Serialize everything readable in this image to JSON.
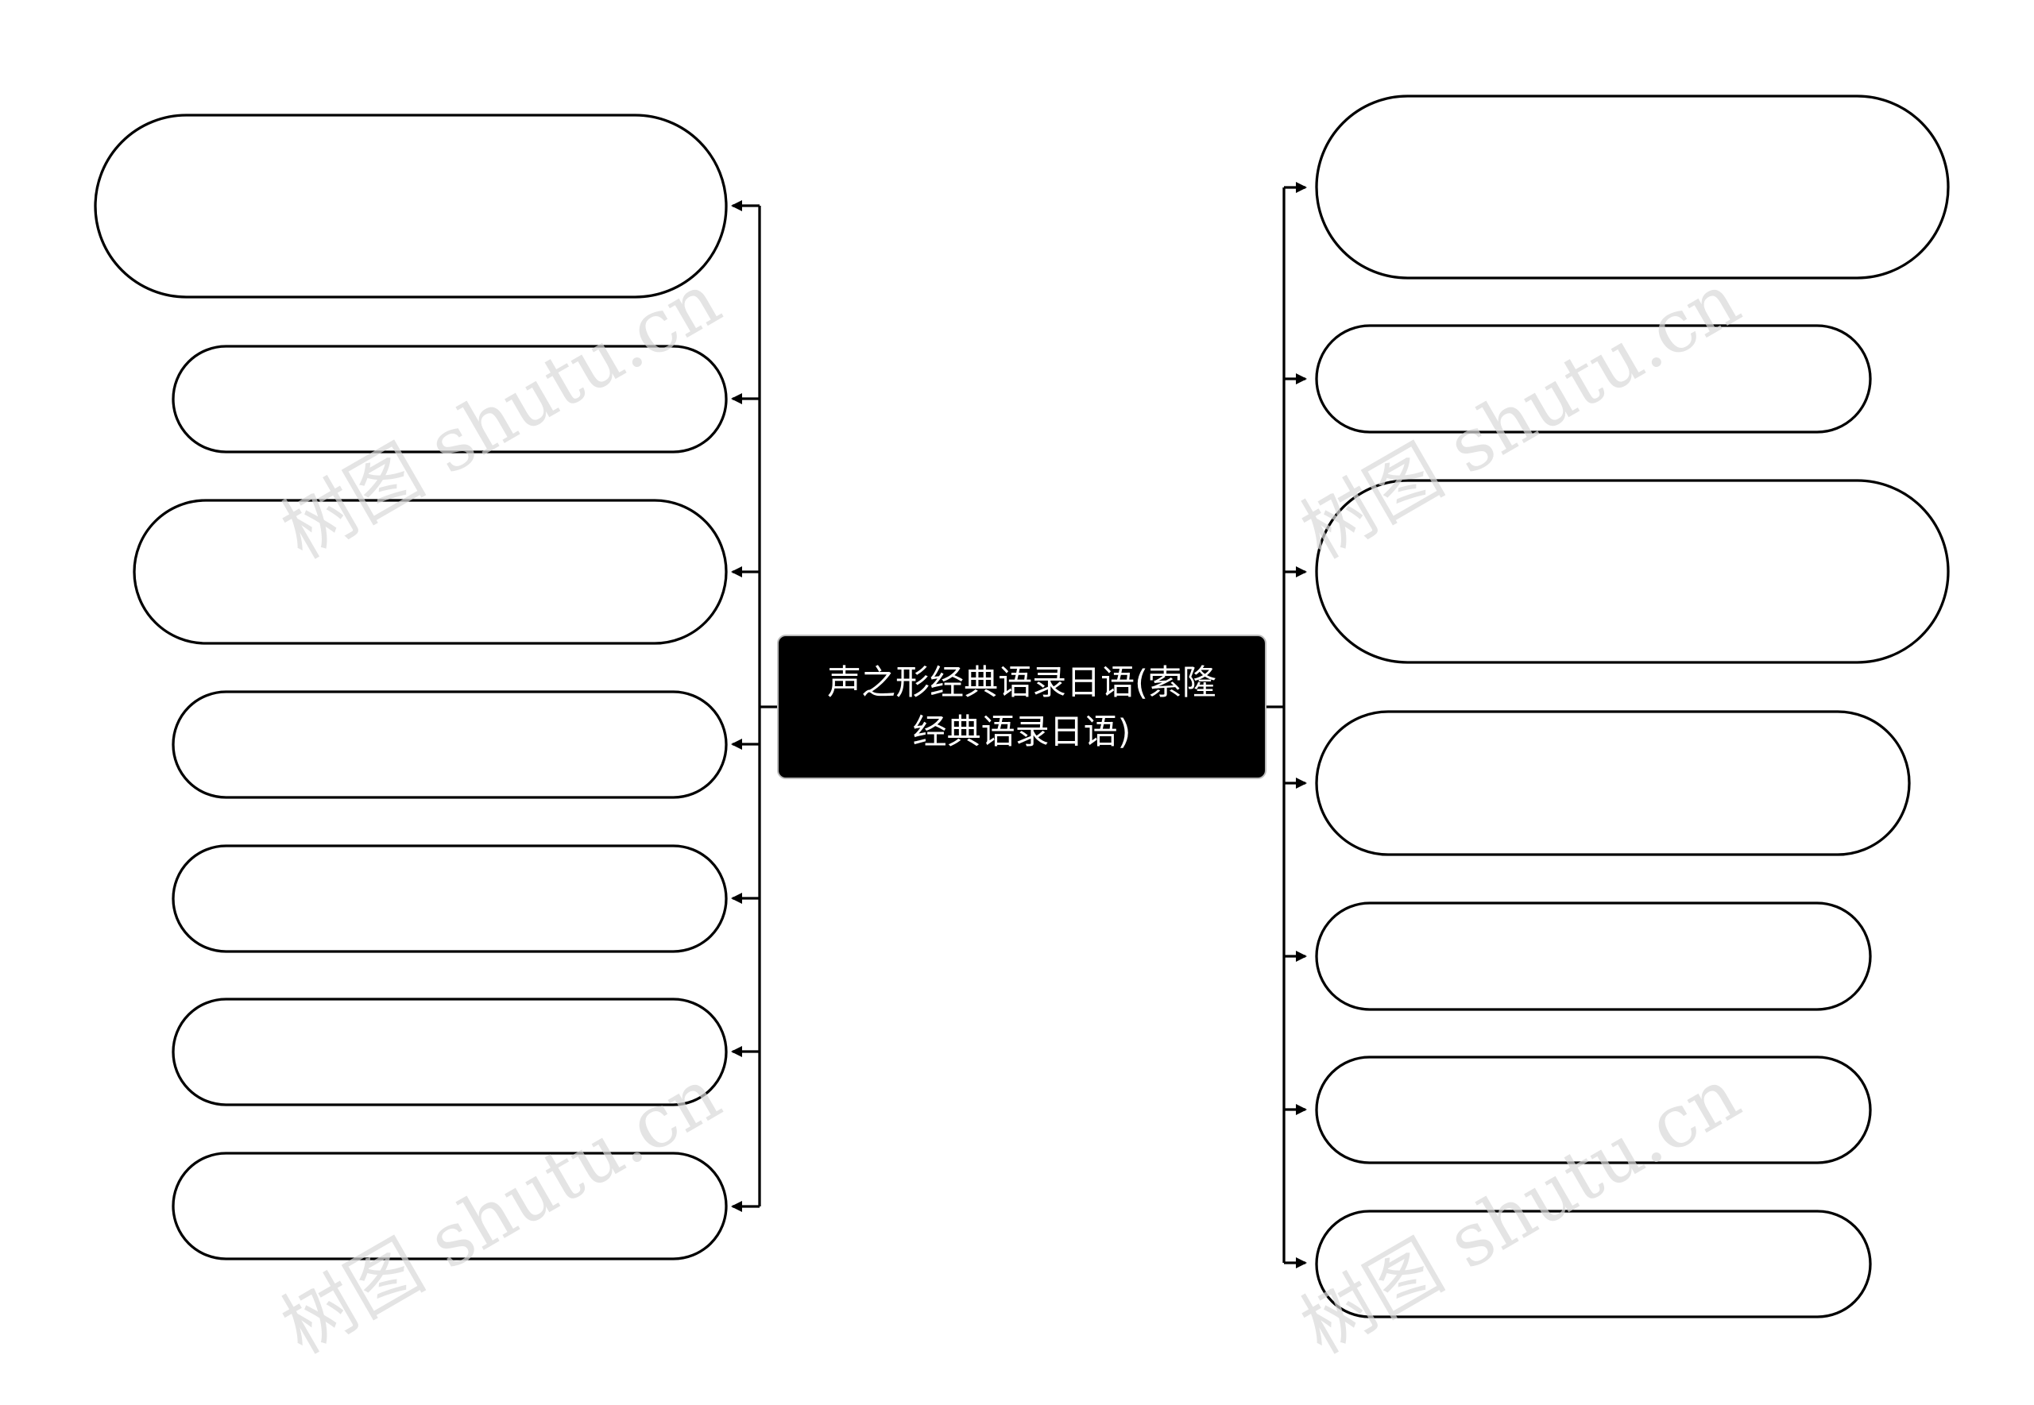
{
  "center_topic": {
    "lines": [
      "声之形经典语录日语(索隆",
      "经典语录日语)"
    ]
  },
  "branches": {
    "left": [
      {
        "text": ""
      },
      {
        "text": ""
      },
      {
        "text": ""
      },
      {
        "text": ""
      },
      {
        "text": ""
      },
      {
        "text": ""
      },
      {
        "text": ""
      }
    ],
    "right": [
      {
        "text": ""
      },
      {
        "text": ""
      },
      {
        "text": ""
      },
      {
        "text": ""
      },
      {
        "text": ""
      },
      {
        "text": ""
      },
      {
        "text": ""
      }
    ]
  },
  "watermark": {
    "text": "树图 shutu.cn"
  },
  "colors": {
    "center_fill": "#000000",
    "center_text": "#ffffff",
    "node_stroke": "#000000",
    "node_fill": "#ffffff",
    "watermark": "#d9d9d9"
  }
}
